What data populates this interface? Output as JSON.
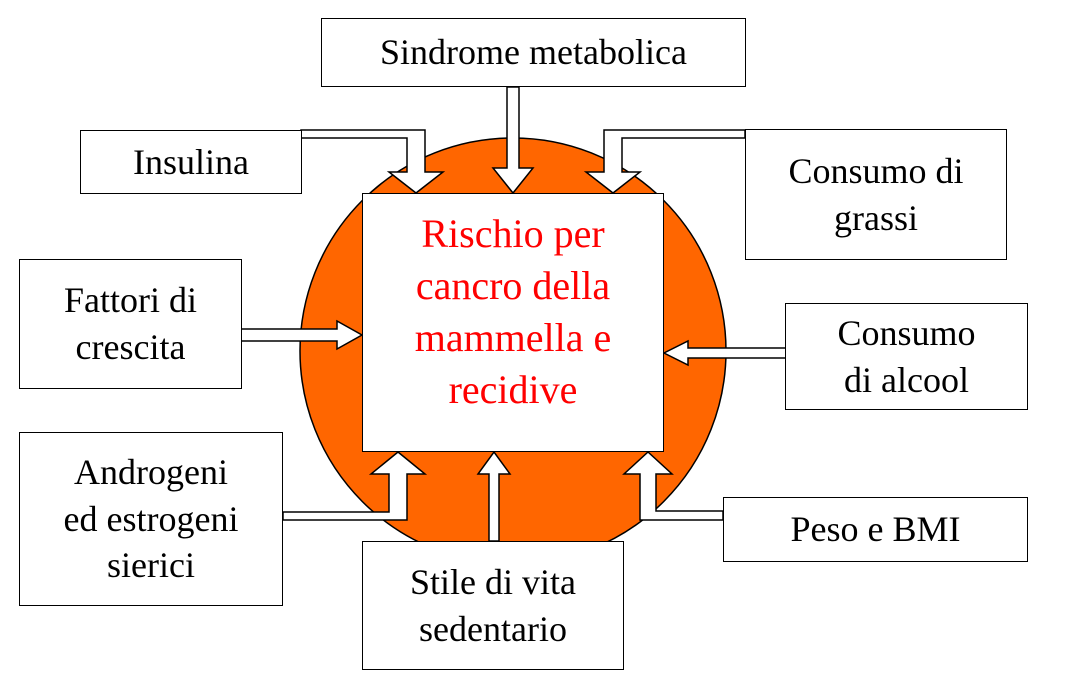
{
  "colors": {
    "circle_fill": "#ff6600",
    "center_text": "#ff0000",
    "box_border": "#000000",
    "arrow_fill": "#ffffff"
  },
  "center": {
    "label": "Rischio per\ncancro della\nmammella e\nrecidive"
  },
  "factors": {
    "sindrome": "Sindrome metabolica",
    "insulina": "Insulina",
    "grassi": "Consumo di\ngrassi",
    "fattori": "Fattori di\ncrescita",
    "alcool": "Consumo\ndi alcool",
    "androgeni": "Androgeni\ned estrogeni\nsierici",
    "sedentario": "Stile di vita\nsedentario",
    "peso": "Peso e BMI"
  }
}
